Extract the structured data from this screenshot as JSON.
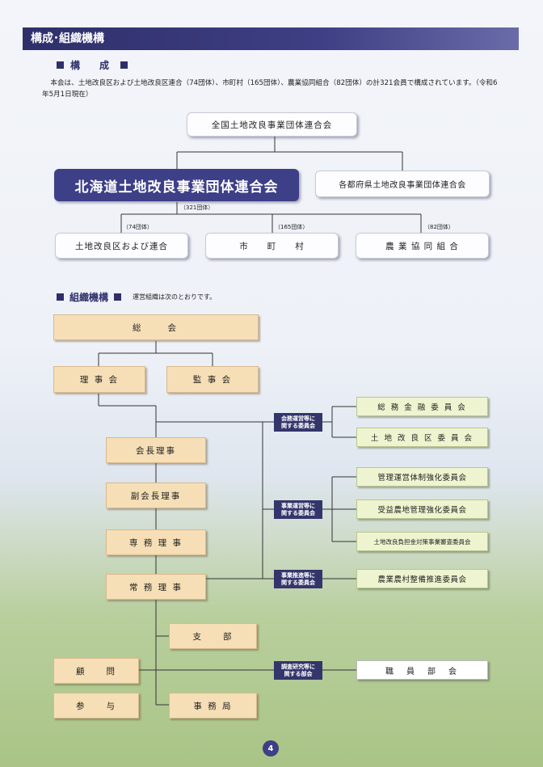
{
  "header": {
    "title": "構成･組織機構"
  },
  "composition": {
    "title": "構　成",
    "intro": "本会は、土地改良区および土地改良区連合（74団体）、市町村（165団体）、農業協同組合（82団体）の計321会員で構成されています。（令和6年5月1日現在）",
    "national": "全国土地改良事業団体連合会",
    "hokkaido": "北海道土地改良事業団体連合会",
    "prefectures": "各都府県土地改良事業団体連合会",
    "total_count": "（321団体）",
    "members": [
      {
        "label": "土地改良区および連合",
        "count": "（74団体）"
      },
      {
        "label": "市　　町　　村",
        "count": "（165団体）"
      },
      {
        "label": "農 業 協 同 組 合",
        "count": "（82団体）"
      }
    ]
  },
  "organization": {
    "title": "組織機構",
    "note": "運営組織は次のとおりです。",
    "general_assembly": "総　　会",
    "board": "理 事 会",
    "auditors": "監 事 会",
    "chairman": "会長理事",
    "vice_chairman": "副会長理事",
    "senior_director": "専 務 理 事",
    "executive_director": "常 務 理 事",
    "branch": "支　　部",
    "advisor": "顧　　問",
    "counselor": "参　　与",
    "secretariat": "事 務 局",
    "committee_groups": [
      {
        "label_line1": "会務運営等に",
        "label_line2": "関する委員会"
      },
      {
        "label_line1": "事業運営等に",
        "label_line2": "関する委員会"
      },
      {
        "label_line1": "事業推進等に",
        "label_line2": "関する委員会"
      },
      {
        "label_line1": "調査研究等に",
        "label_line2": "関する部会"
      }
    ],
    "committees": [
      "総 務 金 融 委 員 会",
      "土 地 改 良 区 委 員 会",
      "管理運営体制強化委員会",
      "受益農地管理強化委員会",
      "土地改良負担金対策事業審査委員会",
      "農業農村整備推進委員会",
      "職　員　部　会"
    ]
  },
  "page_number": "4",
  "colors": {
    "navy": "#3d3f87",
    "gold": "#f6dfb6",
    "lime": "#eef4cf"
  }
}
